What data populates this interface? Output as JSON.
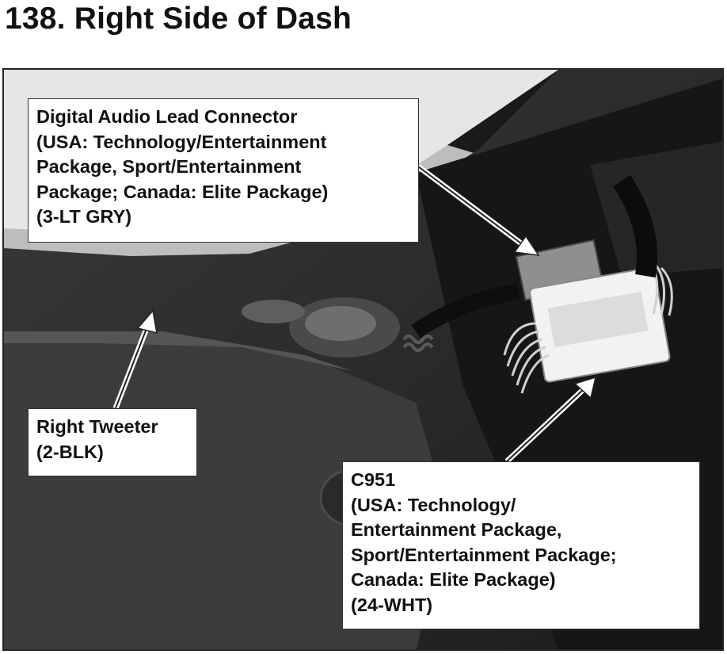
{
  "page": {
    "title": "138.  Right Side of Dash"
  },
  "callouts": {
    "digital_audio": {
      "lines": [
        "Digital Audio Lead Connector",
        "(USA: Technology/Entertainment",
        "Package, Sport/Entertainment",
        "Package; Canada: Elite Package)",
        "(3-LT GRY)"
      ]
    },
    "right_tweeter": {
      "lines": [
        "Right Tweeter",
        "(2-BLK)"
      ]
    },
    "c951": {
      "lines": [
        "C951",
        "(USA: Technology/",
        "Entertainment Package,",
        "Sport/Entertainment Package;",
        "Canada: Elite Package)",
        "(24-WHT)"
      ]
    }
  }
}
